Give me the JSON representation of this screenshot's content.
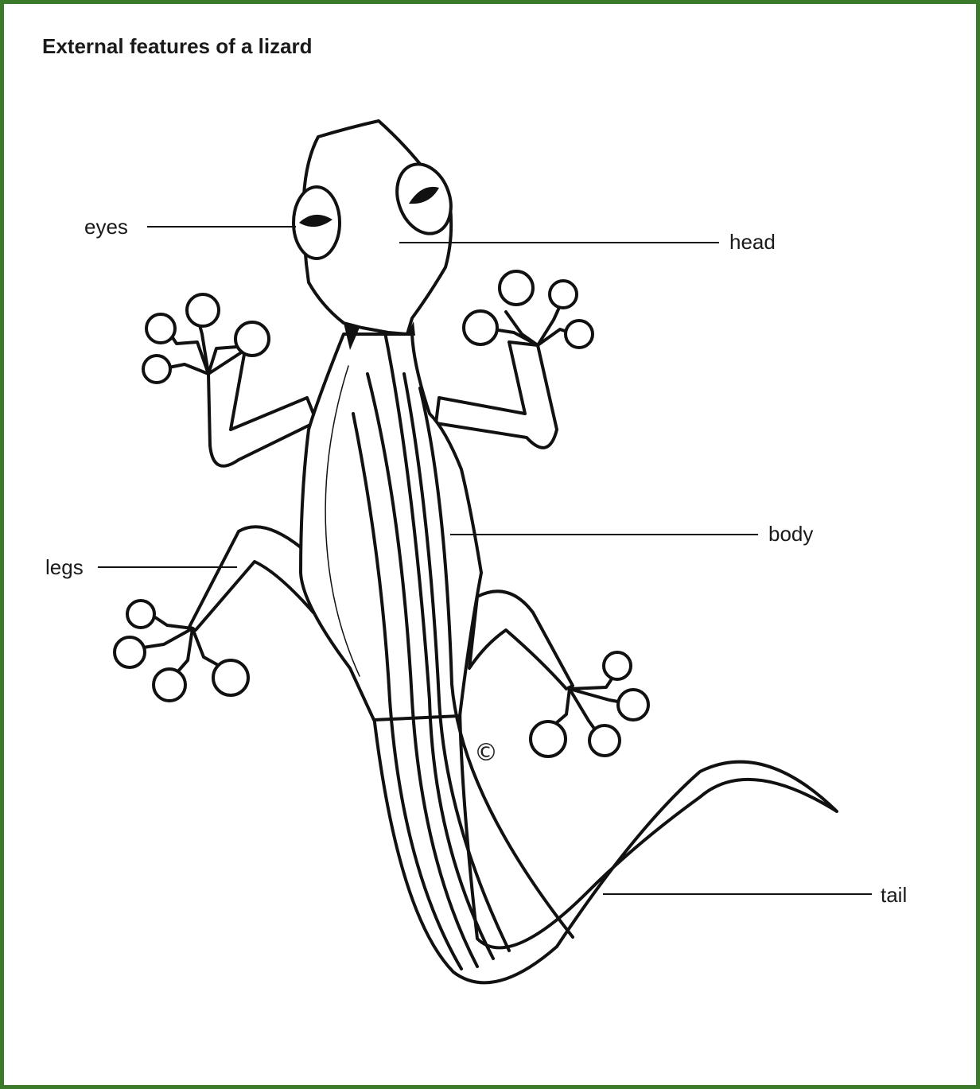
{
  "title": "External features of a lizard",
  "labels": {
    "eyes": "eyes",
    "head": "head",
    "body": "body",
    "legs": "legs",
    "tail": "tail"
  },
  "copyright_symbol": "©",
  "colors": {
    "frame_border": "#3b7a2a",
    "outline": "#111111",
    "background": "#ffffff"
  }
}
